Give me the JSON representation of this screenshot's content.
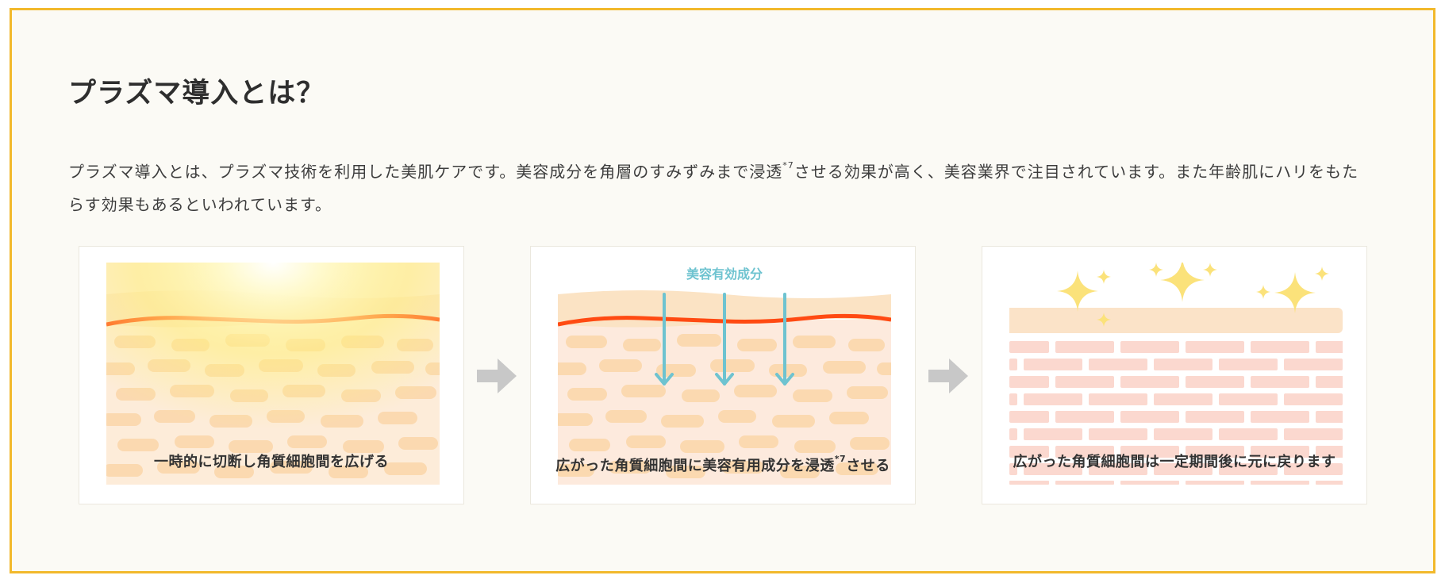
{
  "heading": "プラズマ導入とは？",
  "intro": {
    "part1": "プラズマ導入とは、プラズマ技術を利用した美肌ケアです。美容成分を角層のすみずみまで浸透",
    "note": "*7",
    "part2": "させる効果が高く、美容業界で注目されています。また年齢肌にハリをもたらす効果もあるといわれています。"
  },
  "steps": [
    {
      "caption": "一時的に切断し角質細胞間を広げる"
    },
    {
      "label": "美容有効成分",
      "caption": "広がった角質細胞間に美容有用成分を浸透",
      "note": "*7",
      "caption_end": "させる"
    },
    {
      "caption": "広がった角質細胞間は一定期間後に元に戻ります"
    }
  ],
  "colors": {
    "frame_border": "#f2b92c",
    "background": "#fbfaf5",
    "skin_line": "#ff4a12",
    "ingredient": "#6ec3d0",
    "arrow_gray": "#c8c8c8"
  },
  "icons": [
    "light-glow-icon",
    "penetration-arrow-icon",
    "sparkle-icon",
    "step-arrow-icon"
  ]
}
